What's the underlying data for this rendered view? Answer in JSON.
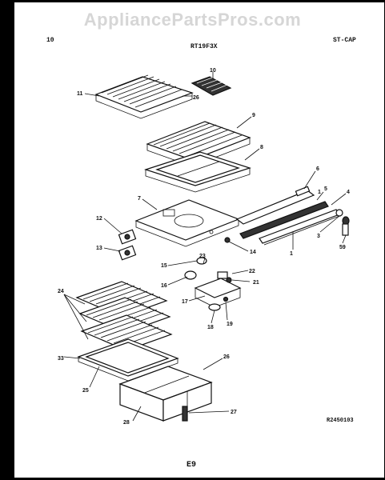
{
  "watermark": "AppliancePartsPros.com",
  "header": {
    "left": "10",
    "model": "RT19F3X",
    "right": "ST-CAP"
  },
  "footer": {
    "ref_code": "R2450103",
    "page_code": "E9"
  },
  "callouts": [
    "1",
    "3",
    "4",
    "5",
    "6",
    "7",
    "8",
    "9",
    "10",
    "11",
    "12",
    "13",
    "14",
    "15",
    "16",
    "17",
    "18",
    "19",
    "21",
    "22",
    "23",
    "24",
    "25",
    "26",
    "26",
    "27",
    "28",
    "28",
    "33",
    "59"
  ]
}
